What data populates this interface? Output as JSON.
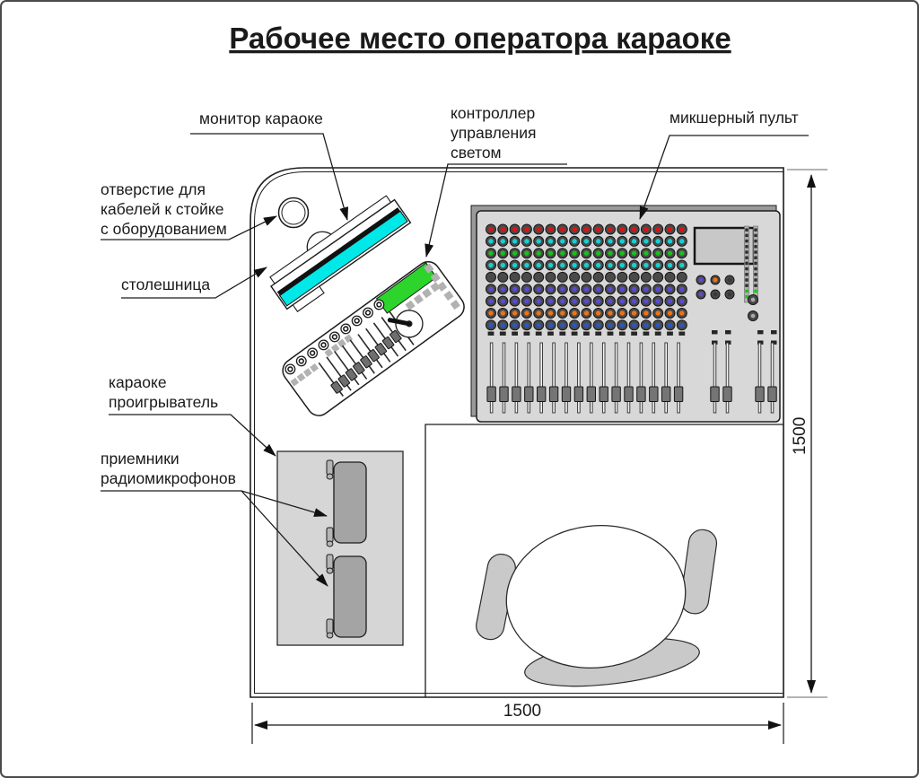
{
  "title": "Рабочее место оператора караоке",
  "labels": {
    "monitor": "монитор караоке",
    "light_controller": [
      "контроллер",
      "управления",
      "светом"
    ],
    "mixer": "микшерный пульт",
    "cable_hole": [
      "отверстие для",
      "кабелей к стойке",
      "с оборудованием"
    ],
    "tabletop": "столешница",
    "karaoke_player": [
      "караоке",
      "проигрыватель"
    ],
    "receivers": [
      "приемники",
      "радиомикрофонов"
    ]
  },
  "dimensions": {
    "desk_width": "1500",
    "desk_depth": "1500"
  },
  "colors": {
    "title_blue": "#1212e8",
    "outline": "#1c1c1c",
    "extension_gray": "#9a9a9a",
    "monitor_screen_cyan": "#00e8e8",
    "controller_display_green": "#2cd42c",
    "mixer_panel": "#d8d8d8",
    "mixer_back": "#9a9a9a",
    "rack_gray": "#d6d6d6",
    "receiver_gray": "#a4a4a4",
    "chair_gray": "#c9c9c9",
    "fader_handle": "#757575",
    "button_dark": "#262626",
    "meter_green": "#17c417"
  },
  "mixer": {
    "knob_grid": {
      "columns": 17,
      "row_colors": [
        "#e01212",
        "#12d2d2",
        "#18c018",
        "#12d2d2",
        "#4a4a4a",
        "#5a4ad8",
        "#5a4ad8",
        "#f07212",
        "#2a58c2"
      ]
    },
    "channel_faders": 16,
    "group_fader_xs": [
      794.5,
      808.5,
      844.5,
      858.5
    ],
    "aux_knob_rows": [
      [
        "#5a4ad8",
        "#f07212",
        "#3a3a3a"
      ],
      [
        "#5a4ad8",
        "#3a3a3a",
        "#3a3a3a"
      ]
    ],
    "meter_dark_segments": 11,
    "meter_green_segments": 2
  },
  "light_controller": {
    "knobs": 9,
    "faders": 10,
    "button_group_sizes": [
      4,
      4
    ],
    "edge_row_buttons": 4,
    "edge_col_buttons": 5
  }
}
